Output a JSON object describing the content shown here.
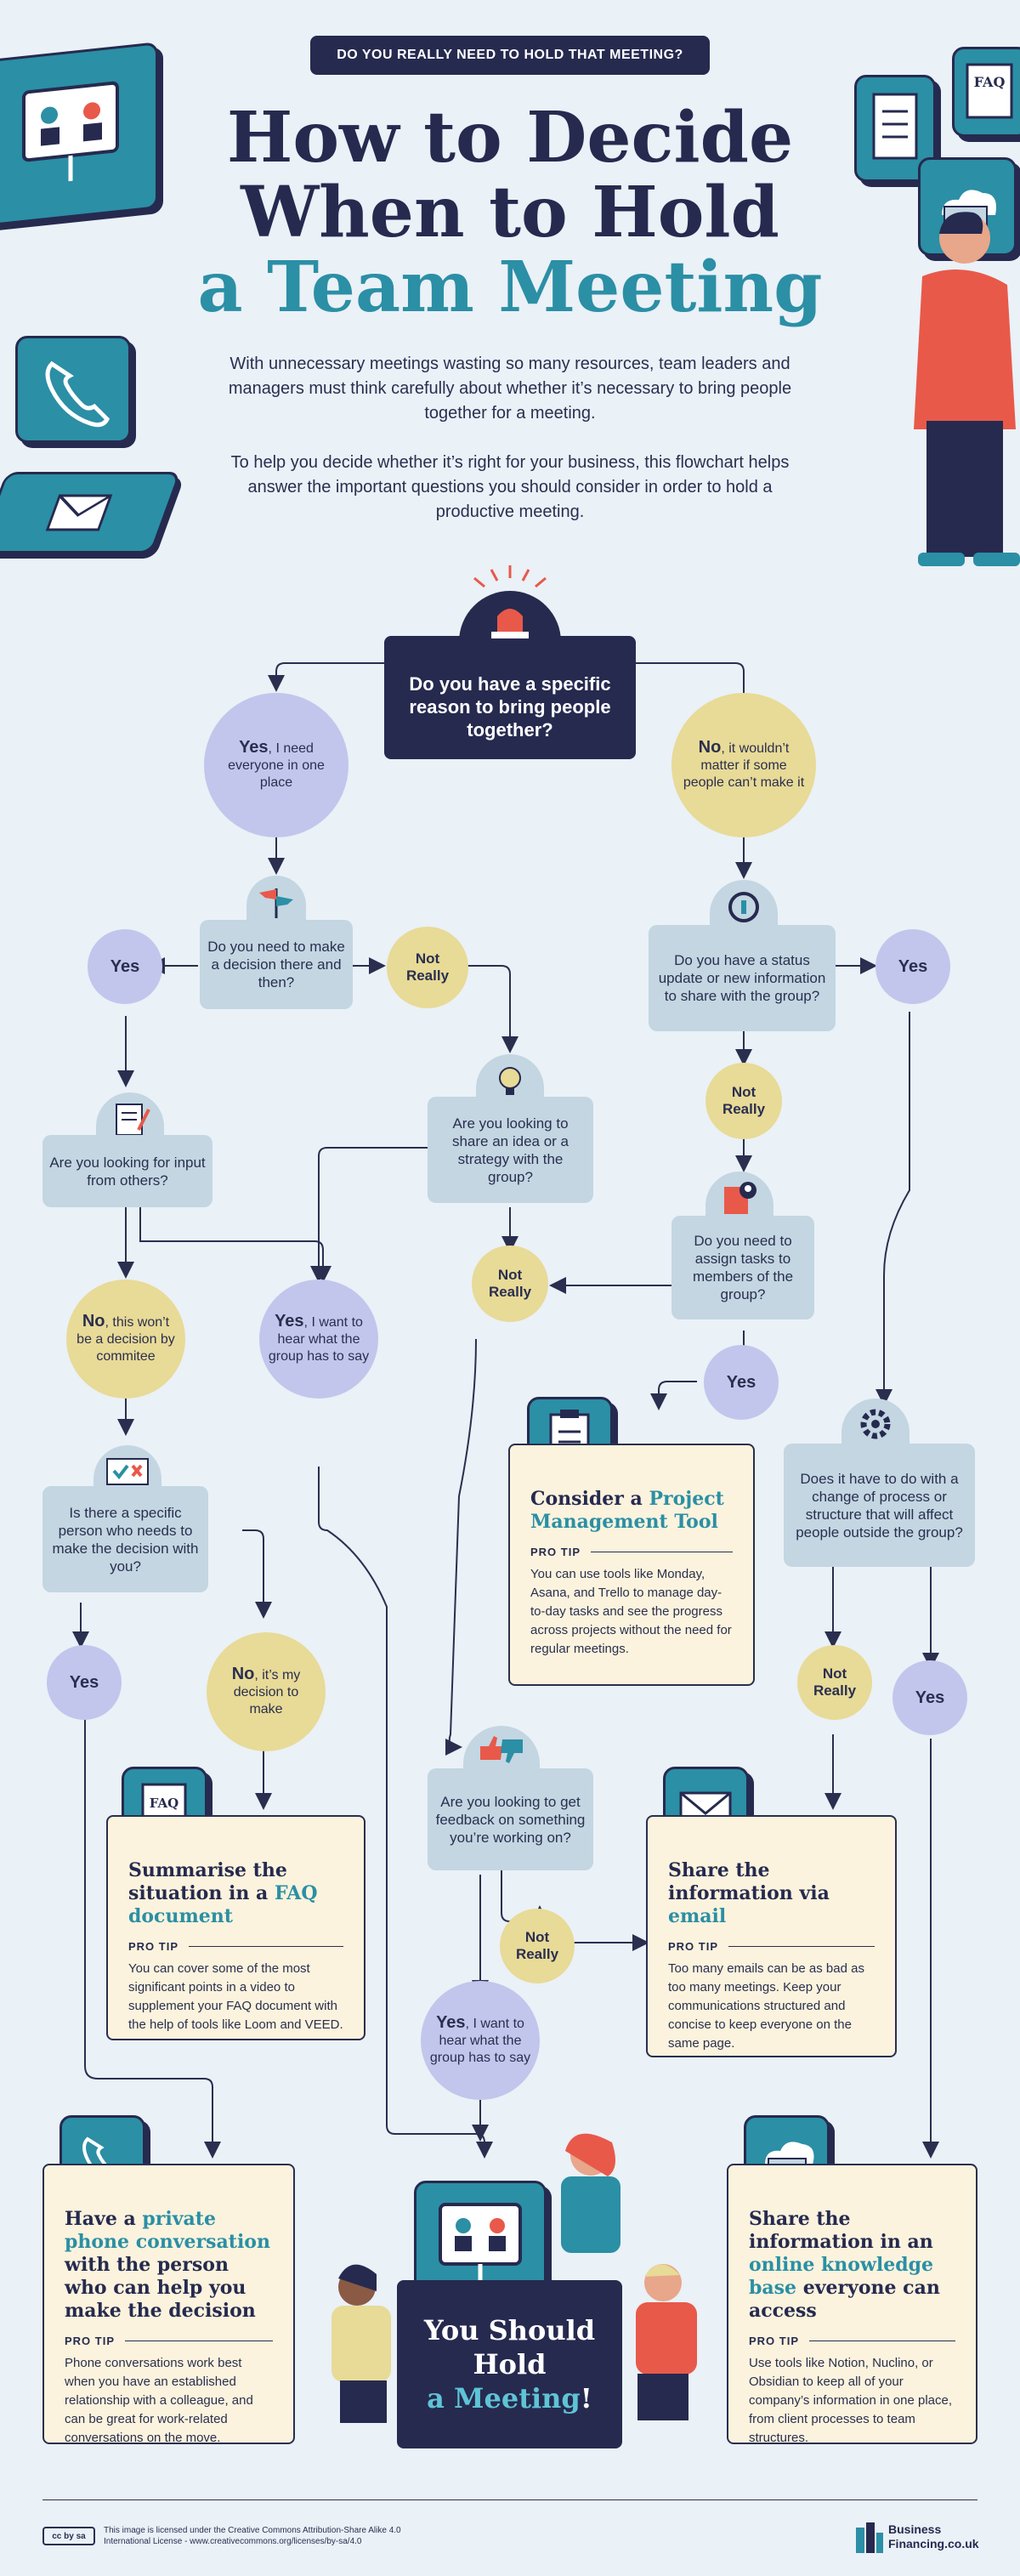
{
  "header": {
    "badge": "DO YOU REALLY NEED TO HOLD THAT MEETING?",
    "title_line1": "How to Decide",
    "title_line2": "When to Hold",
    "title_line3": "a Team Meeting",
    "intro1": "With unnecessary meetings wasting so many resources, team leaders and managers must think carefully about whether it’s necessary to bring people together for a meeting.",
    "intro2": "To help you decide whether it’s right for your business, this flowchart helps answer the important questions you should consider in order to hold a productive meeting."
  },
  "flow": {
    "start": "Do you have a specific reason to bring people together?",
    "yes_need_b": "Yes",
    "yes_need_rest": ", I need everyone in one place",
    "no_matter_b": "No",
    "no_matter_rest": ", it wouldn’t matter if some people can’t make it",
    "q_decision": "Do you need to make a decision there and then?",
    "q_status": "Do you have a status update or new information to share with the group?",
    "yes": "Yes",
    "not_really": "Not Really",
    "q_input": "Are you looking for input from others?",
    "q_idea": "Are you looking to share an idea or a strategy with the group?",
    "q_assign": "Do you need to assign tasks to members of the group?",
    "no_committee_b": "No",
    "no_committee_rest": ", this won’t be a decision by commitee",
    "yes_hear_b": "Yes",
    "yes_hear_rest": ", I want to hear what the group has to say",
    "q_change": "Does it have to do with a change of process or structure that will affect people outside the group?",
    "q_specific": "Is there a specific person who needs to make the decision with you?",
    "no_mine_b": "No",
    "no_mine_rest": ", it’s my decision to make",
    "q_feedback": "Are you looking to get feedback on something you’re working on?",
    "final_line1": "You Should",
    "final_line2": "Hold",
    "final_line3": "a Meeting",
    "final_bang": "!"
  },
  "cards": {
    "project": {
      "pre": "Consider a ",
      "hl": "Project Management Tool",
      "post": "",
      "protip": "PRO TIP",
      "body": "You can use tools like Monday, Asana, and Trello to manage day-to-day tasks and see the progress across projects without the need for regular meetings."
    },
    "faq": {
      "pre": "Summarise the situation in a ",
      "hl": "FAQ document",
      "post": "",
      "protip": "PRO TIP",
      "body": "You can cover some of the most significant points in a video to supplement your FAQ document with the help of tools like Loom and VEED."
    },
    "email": {
      "pre": "Share the information via ",
      "hl": "email",
      "post": "",
      "protip": "PRO TIP",
      "body": "Too many emails can be as bad as too many meetings. Keep your communications structured and concise to keep everyone on the same page."
    },
    "phone": {
      "pre": "Have a ",
      "hl": "private phone conversation",
      "post": " with the person who can help you make the decision",
      "protip": "PRO TIP",
      "body": "Phone conversations work best when you have an established relationship with a colleague, and can be great for work-related conversations on the move."
    },
    "kb": {
      "pre": "Share the information in an ",
      "hl": "online knowledge base",
      "post": " everyone can access",
      "protip": "PRO TIP",
      "body": "Use tools like Notion, Nuclino, or Obsidian to keep all of your company’s information in one place, from client processes to team structures."
    }
  },
  "footer": {
    "cc": "cc by sa",
    "license": "This image is licensed under the Creative Commons Attribution-Share Alike 4.0 International License - www.creativecommons.org/licenses/by-sa/4.0",
    "brand_line1": "Business",
    "brand_line2": "Financing.co.uk"
  },
  "colors": {
    "navy": "#262a4f",
    "teal": "#2b8fa5",
    "yes": "#c2c6ec",
    "no": "#e8da97",
    "question": "#c3d6e2",
    "card": "#fbf3dd",
    "background": "#eaf1f7",
    "accent": "#e8594a"
  },
  "icons": [
    "presentation-icon",
    "phone-icon",
    "envelope-icon",
    "clipboard-icon",
    "faq-icon",
    "cloud-folder-icon",
    "siren-icon",
    "flag-icon",
    "info-cycle-icon",
    "lightbulb-icon",
    "notepad-icon",
    "assign-user-icon",
    "gear-icon",
    "check-cross-icon",
    "thumbs-icon"
  ]
}
